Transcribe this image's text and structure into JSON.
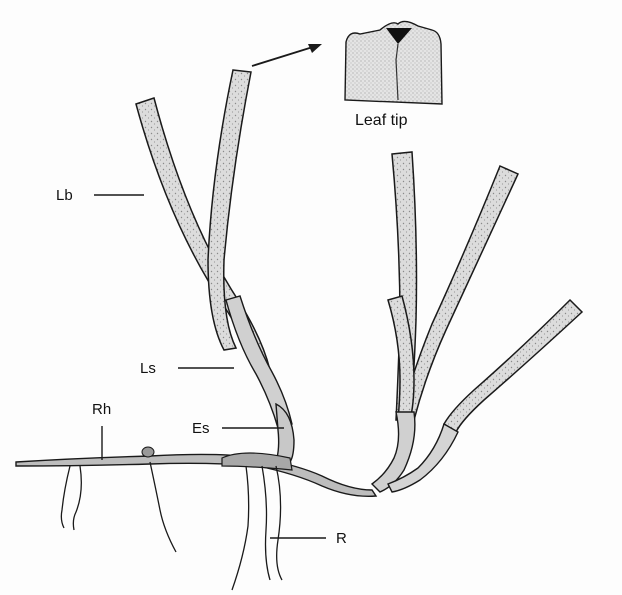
{
  "labels": {
    "leaf_tip": "Leaf tip",
    "lb": "Lb",
    "ls": "Ls",
    "rh": "Rh",
    "es": "Es",
    "r": "R"
  },
  "colors": {
    "ink": "#1a1a1a",
    "leaf_fill": "#d9d9d9",
    "leaf_tip_fill": "#e6e6e6",
    "tip_mark": "#111111"
  }
}
